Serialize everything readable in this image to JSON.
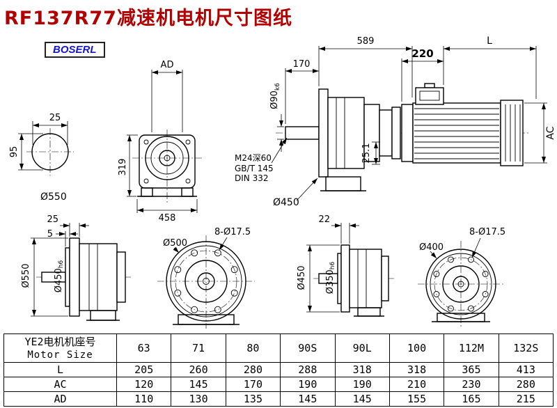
{
  "header": {
    "title": "RF137R77减速机电机尺寸图纸",
    "logo": "BOSERL"
  },
  "views": {
    "shaft_end": {
      "w": "25",
      "h": "95",
      "dia": "Ø550"
    },
    "front": {
      "ad": "AD",
      "h": "319",
      "w": "458"
    },
    "main": {
      "total": "589",
      "shaft_len": "170",
      "shaft_dia": "Ø90",
      "shaft_tol": "k6",
      "tap": "M24深60",
      "std1": "GB/T 145",
      "std2": "DIN 332",
      "flange": "Ø450",
      "key": "25.1"
    },
    "motor": {
      "front_len": "220",
      "len": "L",
      "ac": "AC"
    },
    "side_big": {
      "t": "25",
      "s": "5",
      "od": "Ø550",
      "spigot": "Ø450",
      "spigot_tol": "h6"
    },
    "flange_big": {
      "holes": "8-Ø17.5",
      "od": "Ø500"
    },
    "side_small": {
      "t": "22",
      "od": "Ø450",
      "spigot": "Ø350",
      "spigot_tol": "h6"
    },
    "flange_small": {
      "holes": "8-Ø17.5",
      "od": "Ø400"
    }
  },
  "table": {
    "header_cn": "YE2电机机座号",
    "header_en": "Motor Size",
    "sizes": [
      "63",
      "71",
      "80",
      "90S",
      "90L",
      "100",
      "112M",
      "132S"
    ],
    "rows": [
      {
        "label": "L",
        "values": [
          "205",
          "260",
          "280",
          "288",
          "318",
          "318",
          "365",
          "413"
        ]
      },
      {
        "label": "AC",
        "values": [
          "120",
          "145",
          "170",
          "190",
          "190",
          "210",
          "230",
          "280"
        ]
      },
      {
        "label": "AD",
        "values": [
          "110",
          "130",
          "135",
          "145",
          "145",
          "155",
          "165",
          "215"
        ]
      }
    ]
  }
}
